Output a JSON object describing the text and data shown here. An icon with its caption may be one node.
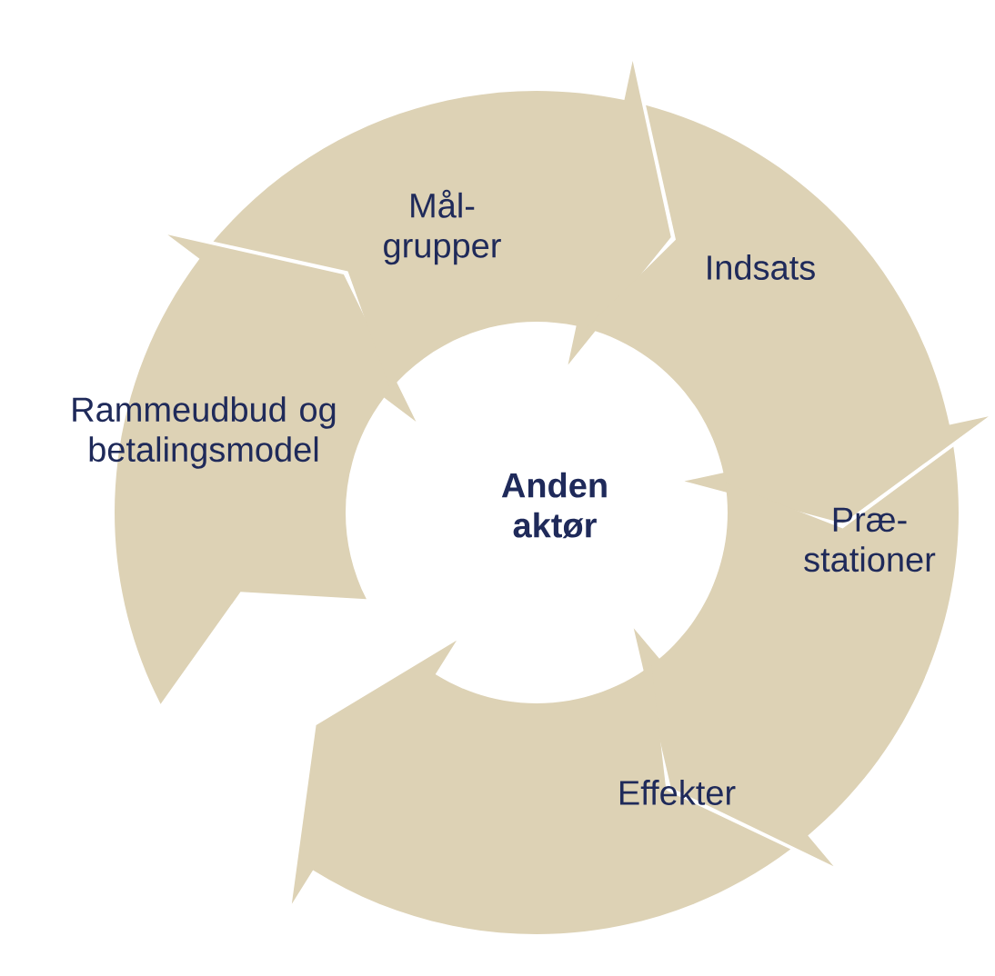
{
  "diagram": {
    "nodes": [
      {
        "text": [
          "Rammeudbud og betalingsmodel"
        ]
      },
      {
        "text": [
          "Mål-grupper"
        ]
      },
      {
        "text": [
          "Indsats"
        ]
      },
      {
        "text": [
          "Præ-stationer"
        ]
      },
      {
        "text": [
          "Effekter"
        ]
      },
      {
        "text": [
          "Anden aktør"
        ]
      }
    ]
  }
}
